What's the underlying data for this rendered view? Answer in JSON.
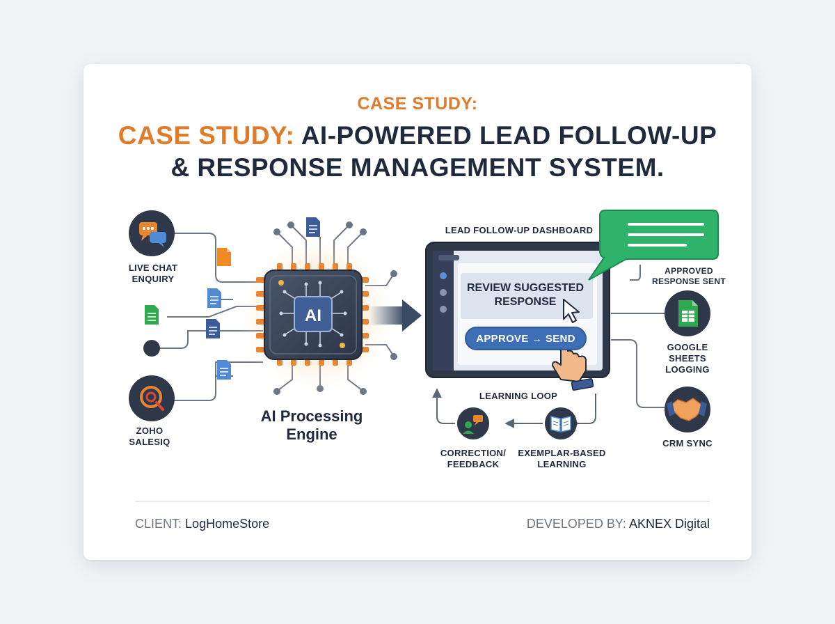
{
  "header": {
    "kicker": "CASE STUDY:",
    "title_prefix": "CASE STUDY:",
    "title_rest": " AI-POWERED LEAD FOLLOW-UP",
    "title_line2": "& RESPONSE MANAGEMENT SYSTEM."
  },
  "sources": {
    "live_chat_line1": "LIVE CHAT",
    "live_chat_line2": "ENQUIRY",
    "zoho_line1": "ZOHO",
    "zoho_line2": "SALESIQ"
  },
  "engine": {
    "chip_label": "AI",
    "caption_line1": "AI Processing",
    "caption_line2": "Engine"
  },
  "dashboard": {
    "title": "LEAD FOLLOW-UP DASHBOARD",
    "review_line1": "REVIEW SUGGESTED",
    "review_line2": "RESPONSE",
    "approve_label": "APPROVE → SEND"
  },
  "outputs": {
    "approved_line1": "APPROVED",
    "approved_line2": "RESPONSE SENT",
    "sheets_line1": "GOOGLE",
    "sheets_line2": "SHEETS",
    "sheets_line3": "LOGGING",
    "crm": "CRM SYNC"
  },
  "learning": {
    "title": "LEARNING LOOP",
    "correction_line1": "CORRECTION/",
    "correction_line2": "FEEDBACK",
    "exemplar_line1": "EXEMPLAR-BASED",
    "exemplar_line2": "LEARNING"
  },
  "footer": {
    "client_label": "CLIENT:",
    "client_value": "LogHomeStore",
    "developer_label": "DEVELOPED BY:",
    "developer_value": "AKNEX Digital"
  },
  "colors": {
    "accent_orange": "#e07b2a",
    "navy": "#1f2a3c",
    "button_blue": "#3d6fb6",
    "bubble_green": "#2fb36a"
  },
  "icons": [
    "chat-icon",
    "document-icon",
    "spreadsheet-icon",
    "zoho-icon",
    "chip-icon",
    "cursor-icon",
    "hand-pointer-icon",
    "google-sheets-icon",
    "handshake-icon",
    "book-icon",
    "feedback-icon",
    "speech-bubble-icon"
  ]
}
